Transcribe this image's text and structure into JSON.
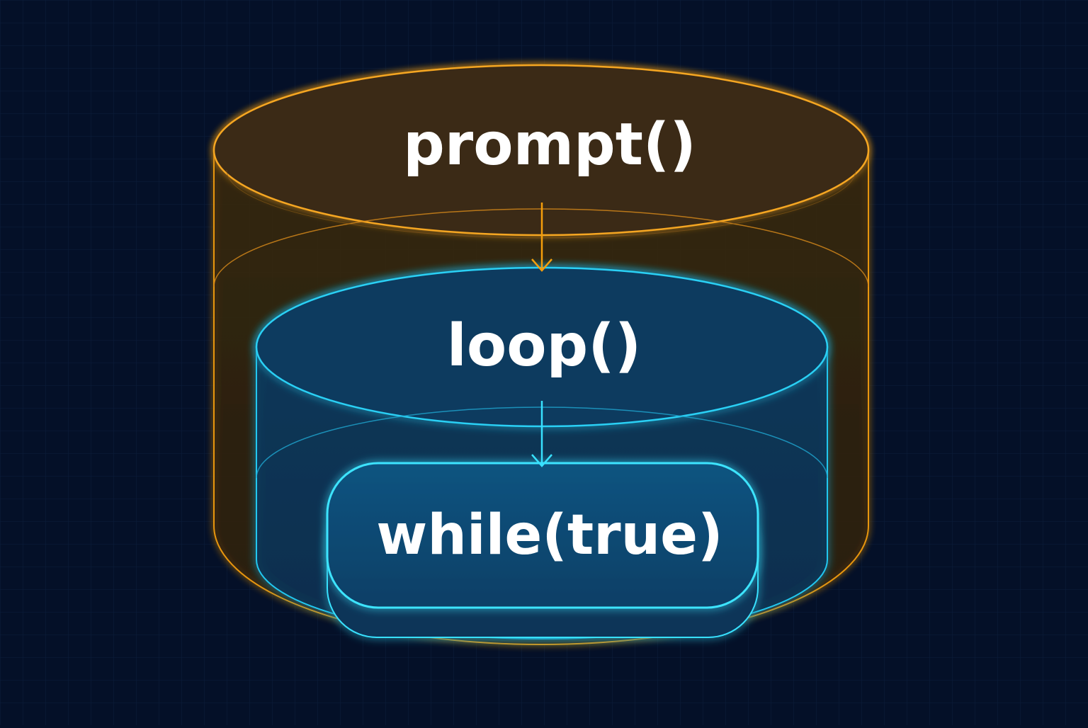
{
  "colors": {
    "background": "#041028",
    "outer_stroke": "#F59E0B",
    "middle_stroke": "#22C7F0",
    "inner_stroke": "#38E1FF",
    "label_text": "#FFFFFF"
  },
  "layers": {
    "outer": {
      "label": "prompt()"
    },
    "middle": {
      "label": "loop()"
    },
    "inner": {
      "label": "while(true)"
    }
  }
}
